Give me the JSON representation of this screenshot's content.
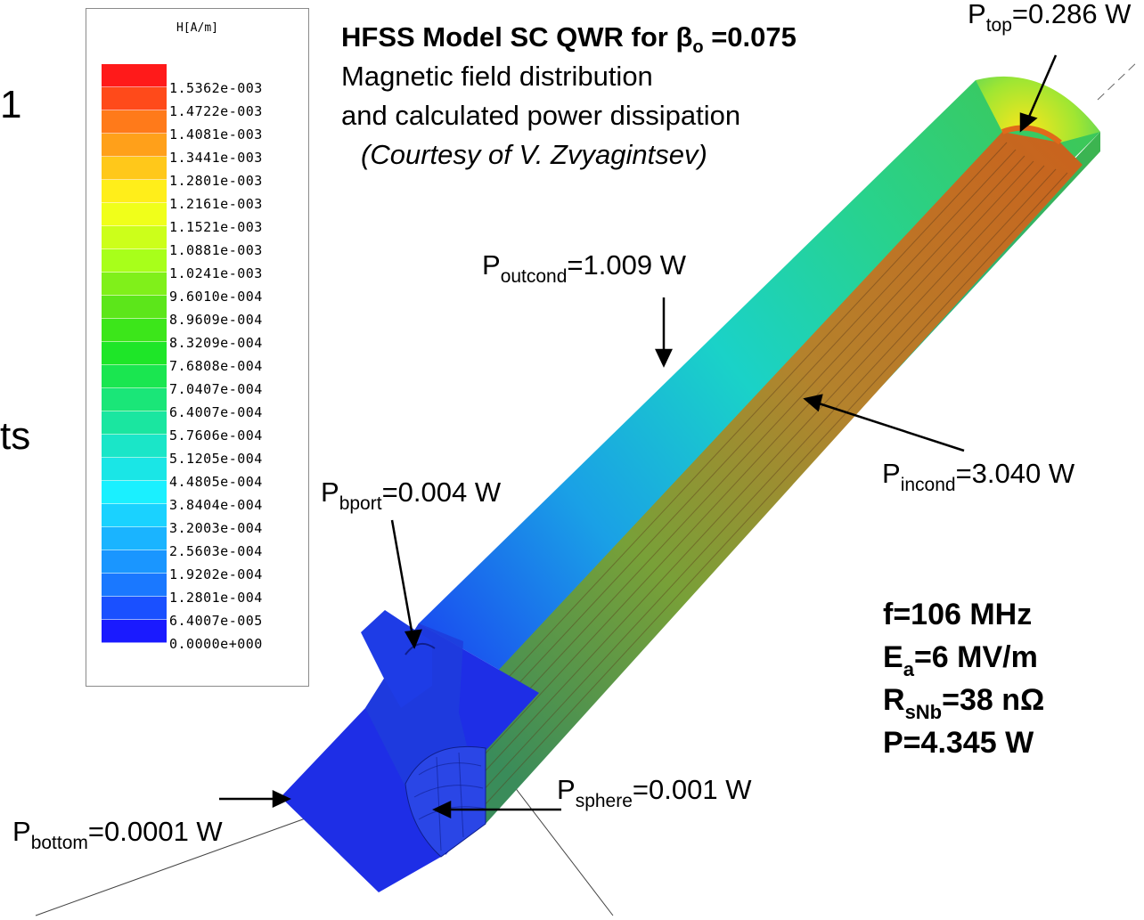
{
  "slide_fragments": [
    "1",
    "ts"
  ],
  "heading": {
    "line1_prefix": "HFSS Model SC QWR for ",
    "line1_beta": "β",
    "line1_sub": "o",
    "line1_suffix": " =0.075",
    "line2": "Magnetic field distribution",
    "line3": "and calculated power dissipation",
    "line4": "(Courtesy of V. Zvyagintsev)"
  },
  "legend": {
    "title": "H[A/m]",
    "entries": [
      {
        "label": "1.5362e-003",
        "color": "#ff1a1a"
      },
      {
        "label": "1.4722e-003",
        "color": "#ff4a1a"
      },
      {
        "label": "1.4081e-003",
        "color": "#ff7a1a"
      },
      {
        "label": "1.3441e-003",
        "color": "#ffa01a"
      },
      {
        "label": "1.2801e-003",
        "color": "#ffc81a"
      },
      {
        "label": "1.2161e-003",
        "color": "#ffee1a"
      },
      {
        "label": "1.1521e-003",
        "color": "#f0ff1a"
      },
      {
        "label": "1.0881e-003",
        "color": "#ccff1a"
      },
      {
        "label": "1.0241e-003",
        "color": "#a8ff1a"
      },
      {
        "label": "9.6010e-004",
        "color": "#80f01a"
      },
      {
        "label": "8.9609e-004",
        "color": "#5ce61a"
      },
      {
        "label": "8.3209e-004",
        "color": "#3ce61a"
      },
      {
        "label": "7.6808e-004",
        "color": "#1ee628"
      },
      {
        "label": "7.0407e-004",
        "color": "#1ae650"
      },
      {
        "label": "6.4007e-004",
        "color": "#1ae678"
      },
      {
        "label": "5.7606e-004",
        "color": "#1ae6a0"
      },
      {
        "label": "5.1205e-004",
        "color": "#1ae6c8"
      },
      {
        "label": "4.4805e-004",
        "color": "#1ae6e6"
      },
      {
        "label": "3.8404e-004",
        "color": "#1af0ff"
      },
      {
        "label": "3.2003e-004",
        "color": "#1ad2ff"
      },
      {
        "label": "2.5603e-004",
        "color": "#1ab4ff"
      },
      {
        "label": "1.9202e-004",
        "color": "#1a96ff"
      },
      {
        "label": "1.2801e-004",
        "color": "#1a78ff"
      },
      {
        "label": "6.4007e-005",
        "color": "#1a50ff"
      },
      {
        "label": "0.0000e+000",
        "color": "#1a1aff"
      }
    ]
  },
  "annotations": {
    "p_top": {
      "main": "P",
      "sub": "top",
      "value": "=0.286 W"
    },
    "p_outcond": {
      "main": "P",
      "sub": "outcond",
      "value": "=1.009 W"
    },
    "p_incond": {
      "main": "P",
      "sub": "incond",
      "value": "=3.040 W"
    },
    "p_bport": {
      "main": "P",
      "sub": "bport",
      "value": "=0.004 W"
    },
    "p_sphere": {
      "main": "P",
      "sub": "sphere",
      "value": "=0.001 W"
    },
    "p_bottom": {
      "main": "P",
      "sub": "bottom",
      "value": "=0.0001 W"
    }
  },
  "params": {
    "f": "f=106 MHz",
    "ea_main": "E",
    "ea_sub": "a",
    "ea_value": "=6 MV/m",
    "rs_main": "R",
    "rs_sub": "sNb",
    "rs_value": "=38 nΩ",
    "p": "P=4.345 W"
  },
  "colors": {
    "field_high": "#ff1a1a",
    "field_low": "#1a1aff",
    "inner_conductor": "#b8641e"
  }
}
